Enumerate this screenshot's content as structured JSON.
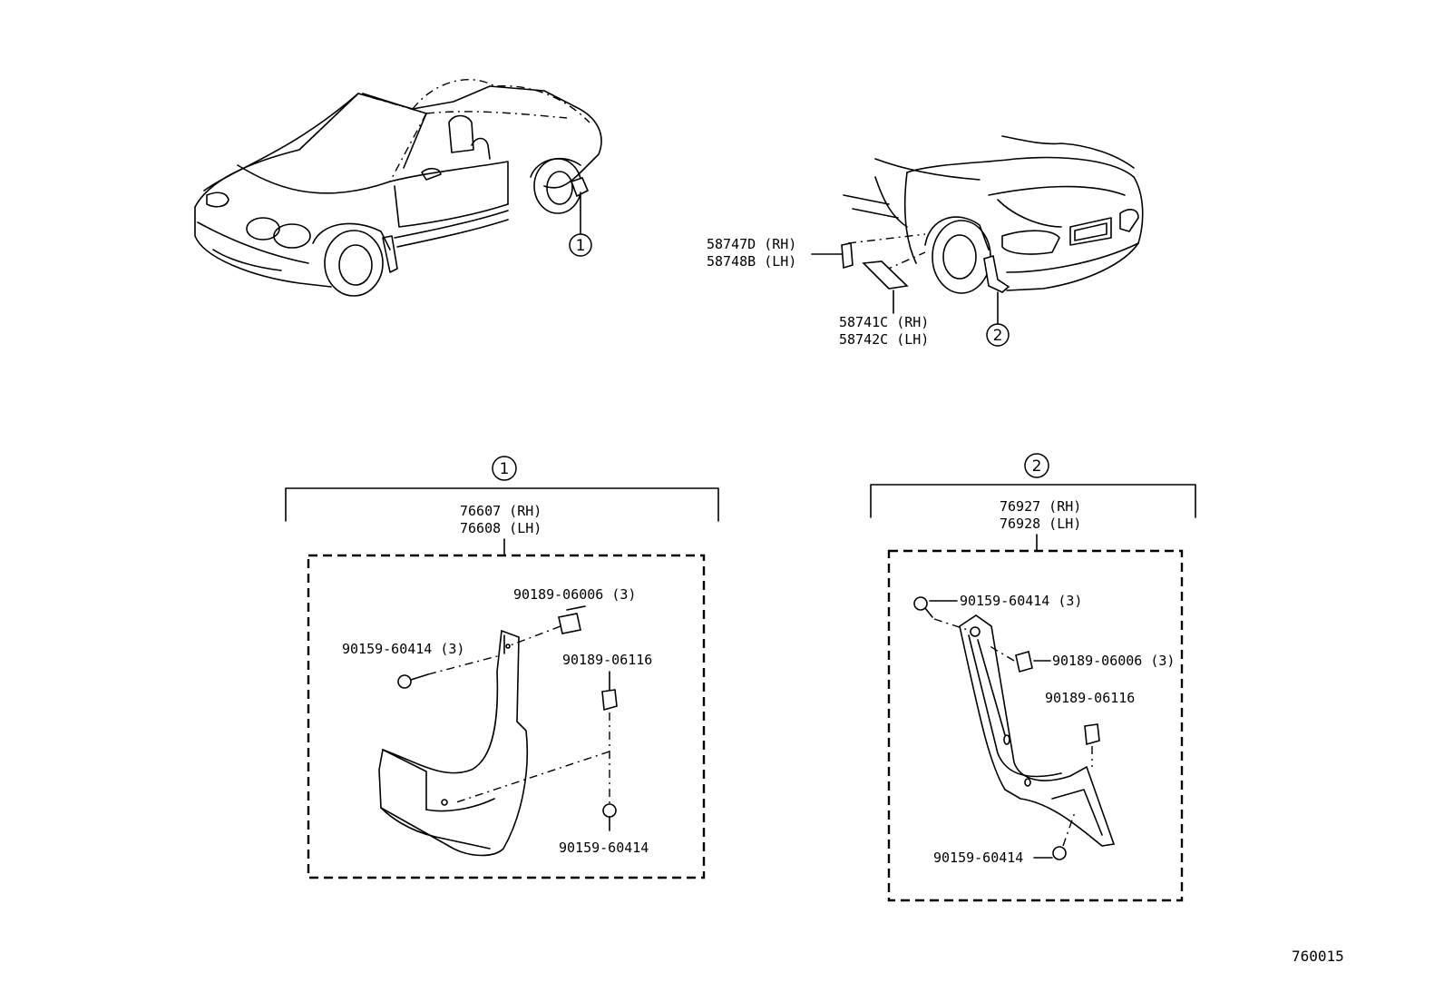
{
  "callouts": {
    "one": "1",
    "two": "2"
  },
  "reflectors": {
    "side_upper": [
      "58747D (RH)",
      "58748B (LH)"
    ],
    "side_lower": [
      "58741C (RH)",
      "58742C (LH)"
    ]
  },
  "detail1": {
    "assembly": [
      "76607 (RH)",
      "76608 (LH)"
    ],
    "parts": {
      "clip_top": "90189-06006 (3)",
      "screw_left": "90159-60414 (3)",
      "clip_mid": "90189-06116",
      "screw_bottom": "90159-60414"
    }
  },
  "detail2": {
    "assembly": [
      "76927 (RH)",
      "76928 (LH)"
    ],
    "parts": {
      "screw_top": "90159-60414 (3)",
      "clip_right": "90189-06006 (3)",
      "clip_mid": "90189-06116",
      "screw_bottom": "90159-60414"
    }
  },
  "figure_code": "760015"
}
